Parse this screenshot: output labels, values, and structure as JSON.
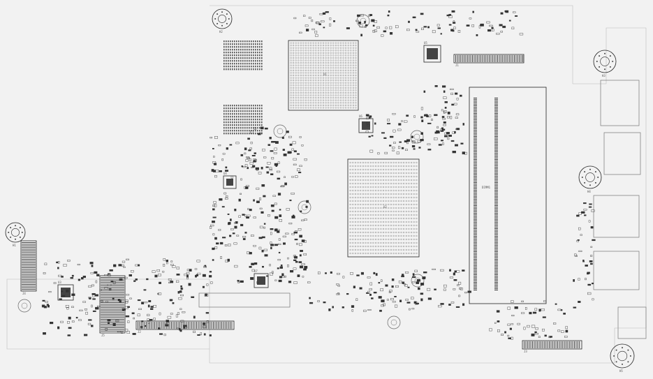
{
  "diagram": {
    "background": "#f2f2f2",
    "ink": "#222222",
    "components": [
      {
        "id": "U1",
        "kind": "bga"
      },
      {
        "id": "U2",
        "kind": "bga"
      },
      {
        "id": "U3",
        "kind": "qfn"
      },
      {
        "id": "U4",
        "kind": "qfn"
      },
      {
        "id": "U5",
        "kind": "qfn"
      },
      {
        "id": "U6",
        "kind": "qfn"
      },
      {
        "id": "U7",
        "kind": "qfn"
      },
      {
        "id": "DIMM1",
        "kind": "dimm"
      },
      {
        "id": "J1",
        "kind": "connector"
      },
      {
        "id": "J2",
        "kind": "connector"
      },
      {
        "id": "J3",
        "kind": "connector"
      },
      {
        "id": "J4",
        "kind": "connector"
      },
      {
        "id": "J5",
        "kind": "connector"
      },
      {
        "id": "H1",
        "kind": "mount"
      },
      {
        "id": "H2",
        "kind": "mount"
      },
      {
        "id": "H3",
        "kind": "mount"
      },
      {
        "id": "H4",
        "kind": "mount"
      },
      {
        "id": "H5",
        "kind": "mount"
      }
    ]
  }
}
